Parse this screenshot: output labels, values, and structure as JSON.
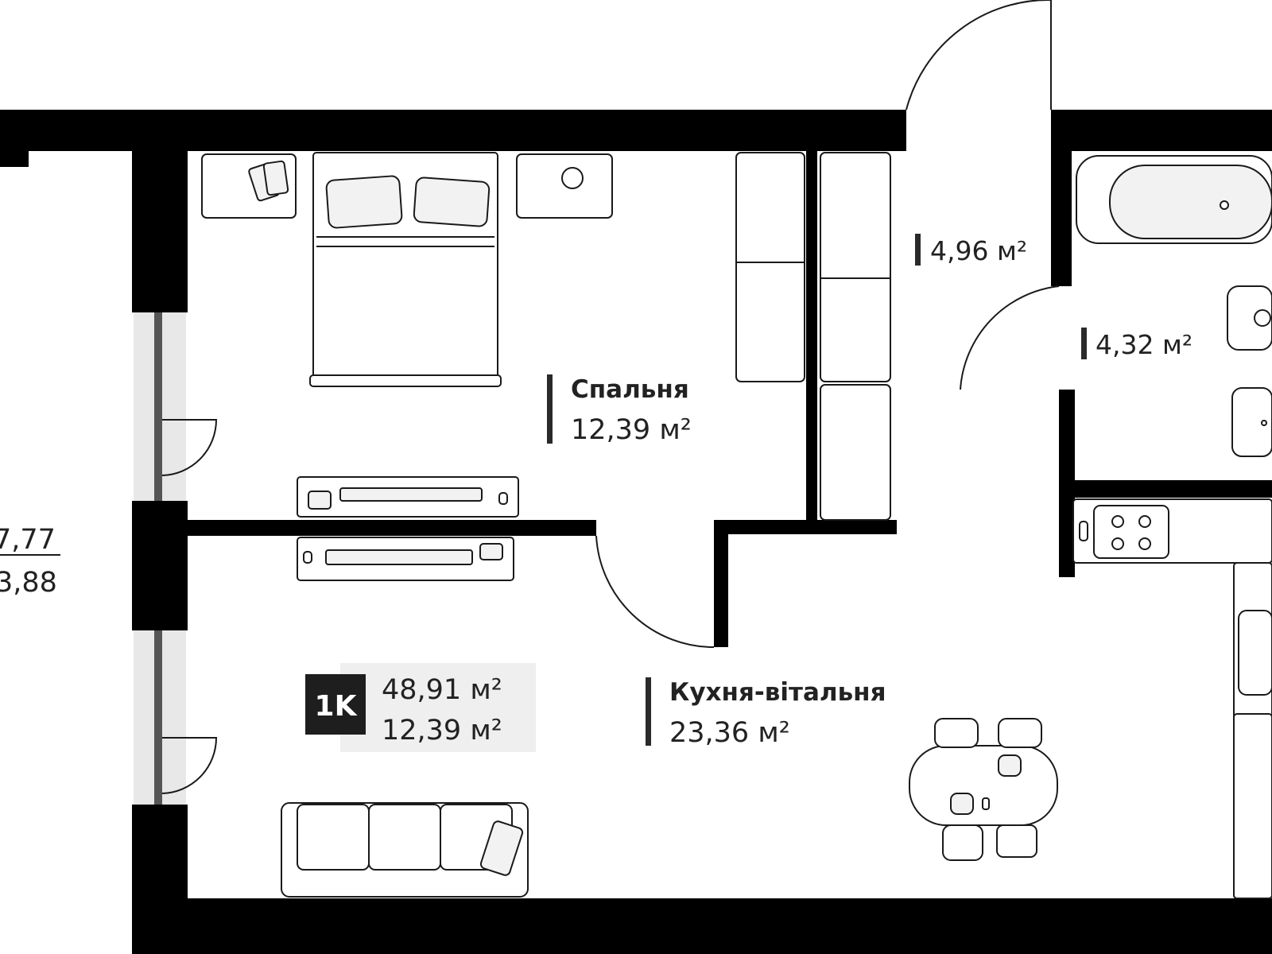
{
  "rooms": {
    "bedroom": {
      "name": "Спальня",
      "area": "12,39 м²"
    },
    "living_kitchen": {
      "name": "Кухня-вітальня",
      "area": "23,36 м²"
    },
    "hall": {
      "area": "4,96 м²"
    },
    "bathroom": {
      "area": "4,32 м²"
    }
  },
  "summary": {
    "badge": "1K",
    "total_area": "48,91 м²",
    "living_area": "12,39 м²"
  },
  "neighbor_unit": {
    "total_area": "7,77",
    "living_area": "3,88"
  },
  "colors": {
    "walls": "#000000",
    "summary_panel": "#efefef",
    "badge": "#1e1e1e"
  }
}
